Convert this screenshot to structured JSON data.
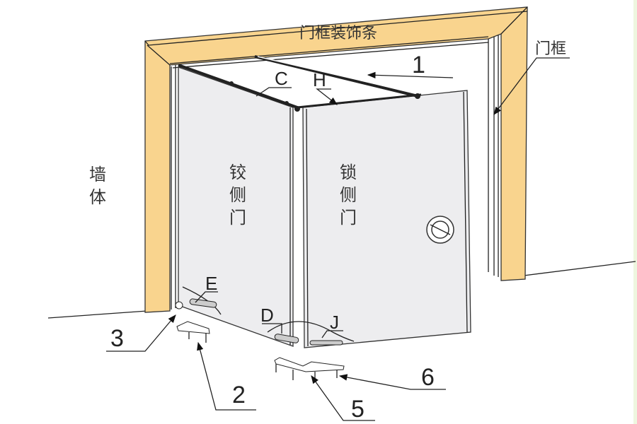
{
  "labels": {
    "frame_trim": "门框装饰条",
    "frame": "门框",
    "wall": [
      "墙",
      "体"
    ],
    "hinge_door": [
      "铰",
      "侧",
      "门"
    ],
    "lock_door": [
      "锁",
      "侧",
      "门"
    ]
  },
  "callouts": {
    "n1": "1",
    "n2": "2",
    "n3": "3",
    "n5": "5",
    "n6": "6",
    "C": "C",
    "H": "H",
    "E": "E",
    "D": "D",
    "J": "J"
  },
  "colors": {
    "frame": "#f9d48e",
    "door": "#ededef",
    "line": "#222222"
  }
}
